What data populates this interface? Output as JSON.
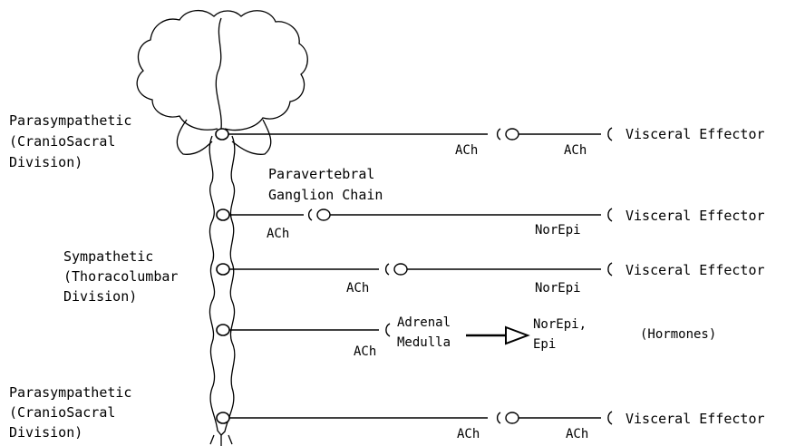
{
  "labels": {
    "parasympathetic_top": [
      "Parasympathetic",
      "(CranioSacral",
      "Division)"
    ],
    "paravertebral": [
      "Paravertebral",
      "Ganglion Chain"
    ],
    "sympathetic": [
      "Sympathetic",
      "(Thoracolumbar",
      "Division)"
    ],
    "parasympathetic_bottom": [
      "Parasympathetic",
      "(CranioSacral",
      "Division)"
    ],
    "adrenal": [
      "Adrenal",
      "Medulla"
    ],
    "norepi_epi": [
      "NorEpi,",
      "Epi"
    ],
    "hormones": "(Hormones)"
  },
  "pathways": [
    {
      "pre": "ACh",
      "post": "ACh",
      "effector": "Visceral Effector"
    },
    {
      "pre": "ACh",
      "post": "NorEpi",
      "effector": "Visceral Effector"
    },
    {
      "pre": "ACh",
      "post": "NorEpi",
      "effector": "Visceral Effector"
    },
    {
      "pre": "ACh"
    },
    {
      "pre": "ACh",
      "post": "ACh",
      "effector": "Visceral Effector"
    }
  ]
}
